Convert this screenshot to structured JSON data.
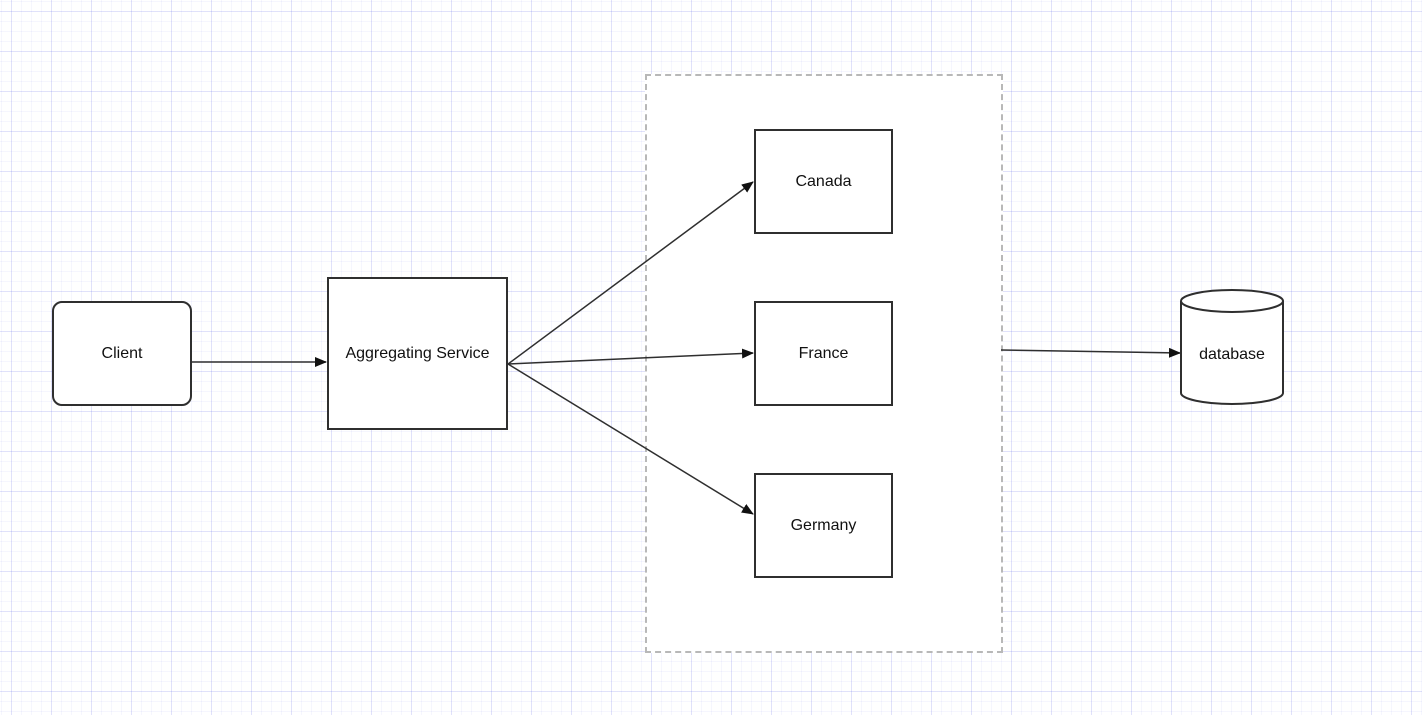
{
  "diagram": {
    "nodes": {
      "client": "Client",
      "aggregator": "Aggregating Service",
      "canada": "Canada",
      "france": "France",
      "germany": "Germany",
      "database": "database"
    },
    "edges": [
      {
        "from": "client",
        "to": "aggregator"
      },
      {
        "from": "aggregator",
        "to": "canada"
      },
      {
        "from": "aggregator",
        "to": "france"
      },
      {
        "from": "aggregator",
        "to": "germany"
      },
      {
        "from": "country-group",
        "to": "database"
      }
    ]
  },
  "colors": {
    "stroke": "#2f2f2f",
    "group_border": "#b8b8b8",
    "grid": "#505ae6"
  }
}
